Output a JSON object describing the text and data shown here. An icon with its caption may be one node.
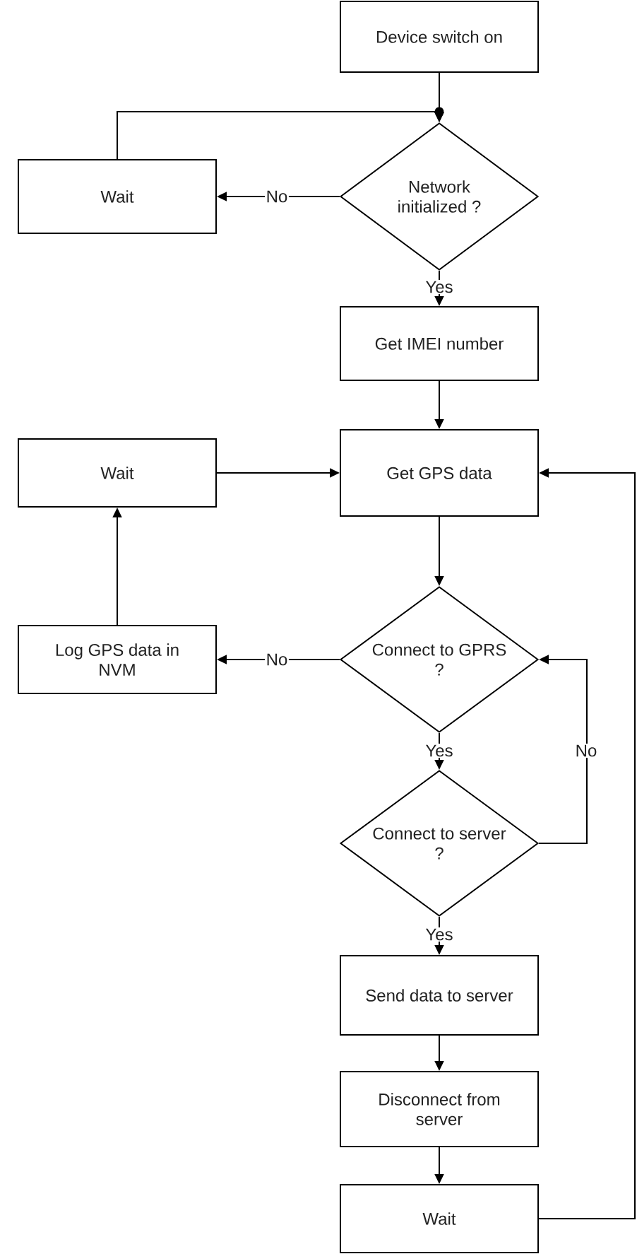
{
  "diagram": {
    "nodes": [
      {
        "text": [
          "Device switch on"
        ]
      },
      {
        "text": [
          "Wait"
        ]
      },
      {
        "text": [
          "Network initialized ?"
        ]
      },
      {
        "text": [
          "Get IMEI number"
        ]
      },
      {
        "text": [
          "Wait"
        ]
      },
      {
        "text": [
          "Get GPS data"
        ]
      },
      {
        "text": [
          "Log GPS data in NVM"
        ]
      },
      {
        "text": [
          "Connect to GPRS ?"
        ]
      },
      {
        "text": [
          "Connect to server ?"
        ]
      },
      {
        "text": [
          "Send data to server"
        ]
      },
      {
        "text": [
          "Disconnect from server"
        ]
      },
      {
        "text": [
          "Wait"
        ]
      }
    ],
    "edges": [
      {
        "from": 0,
        "to": 2,
        "arrow": "to"
      },
      {
        "from": 1,
        "to": 2,
        "arrow": "to"
      },
      {
        "from": 2,
        "to": 1,
        "arrow": "to",
        "label": "No"
      },
      {
        "from": 2,
        "to": 3,
        "arrow": "to",
        "label": "Yes"
      },
      {
        "from": 3,
        "to": 5,
        "arrow": "to"
      },
      {
        "from": 4,
        "to": 5,
        "arrow": "to"
      },
      {
        "from": 5,
        "to": 7,
        "arrow": "to"
      },
      {
        "from": 7,
        "to": 6,
        "arrow": "to",
        "label": "No"
      },
      {
        "from": 6,
        "to": 4,
        "arrow": "to"
      },
      {
        "from": 7,
        "to": 8,
        "arrow": "to",
        "label": "Yes"
      },
      {
        "from": 8,
        "to": 7,
        "arrow": "to",
        "label": "No"
      },
      {
        "from": 8,
        "to": 9,
        "arrow": "to",
        "label": "Yes"
      },
      {
        "from": 9,
        "to": 10,
        "arrow": "to"
      },
      {
        "from": 10,
        "to": 11,
        "arrow": "to"
      },
      {
        "from": 11,
        "to": 5,
        "arrow": "to"
      }
    ]
  }
}
